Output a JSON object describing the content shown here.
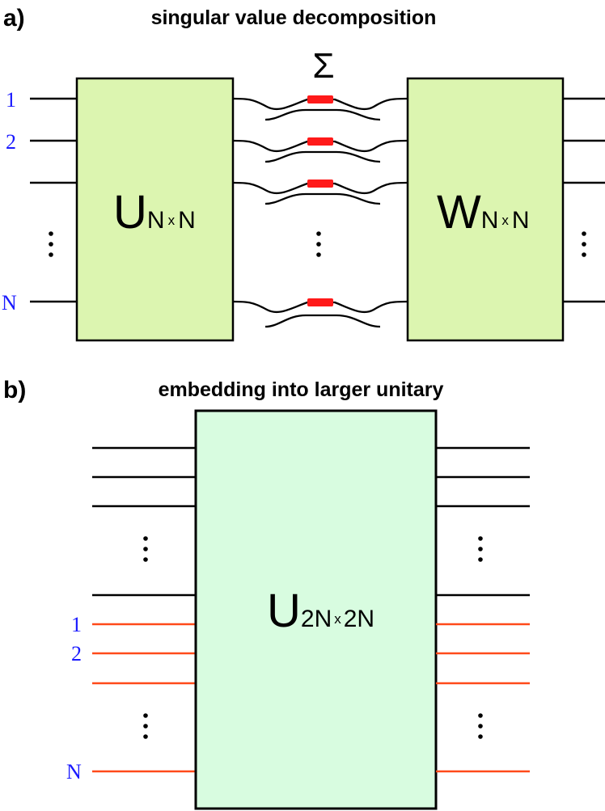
{
  "panel_a": {
    "label": "a)",
    "title": "singular value decomposition",
    "sigma_symbol": "Σ",
    "left_matrix": {
      "main": "U",
      "subscript_left": "N",
      "subscript_x": "x",
      "subscript_right": "N"
    },
    "right_matrix": {
      "main": "W",
      "subscript_left": "N",
      "subscript_x": "x",
      "subscript_right": "N"
    },
    "mode_labels": [
      "1",
      "2",
      "N"
    ],
    "colors": {
      "box_fill": "#dcf5b0",
      "line": "#000000",
      "attenuator": "#ff1a1a",
      "mode_label": "#1a1aff"
    }
  },
  "panel_b": {
    "label": "b)",
    "title": "embedding into larger unitary",
    "matrix": {
      "main": "U",
      "subscript_left": "2N",
      "subscript_x": "x",
      "subscript_right": "2N"
    },
    "mode_labels": [
      "1",
      "2",
      "N"
    ],
    "colors": {
      "box_fill": "#d8fce0",
      "line": "#000000",
      "embedded_line": "#ff4a1a",
      "mode_label": "#1a1aff"
    }
  }
}
